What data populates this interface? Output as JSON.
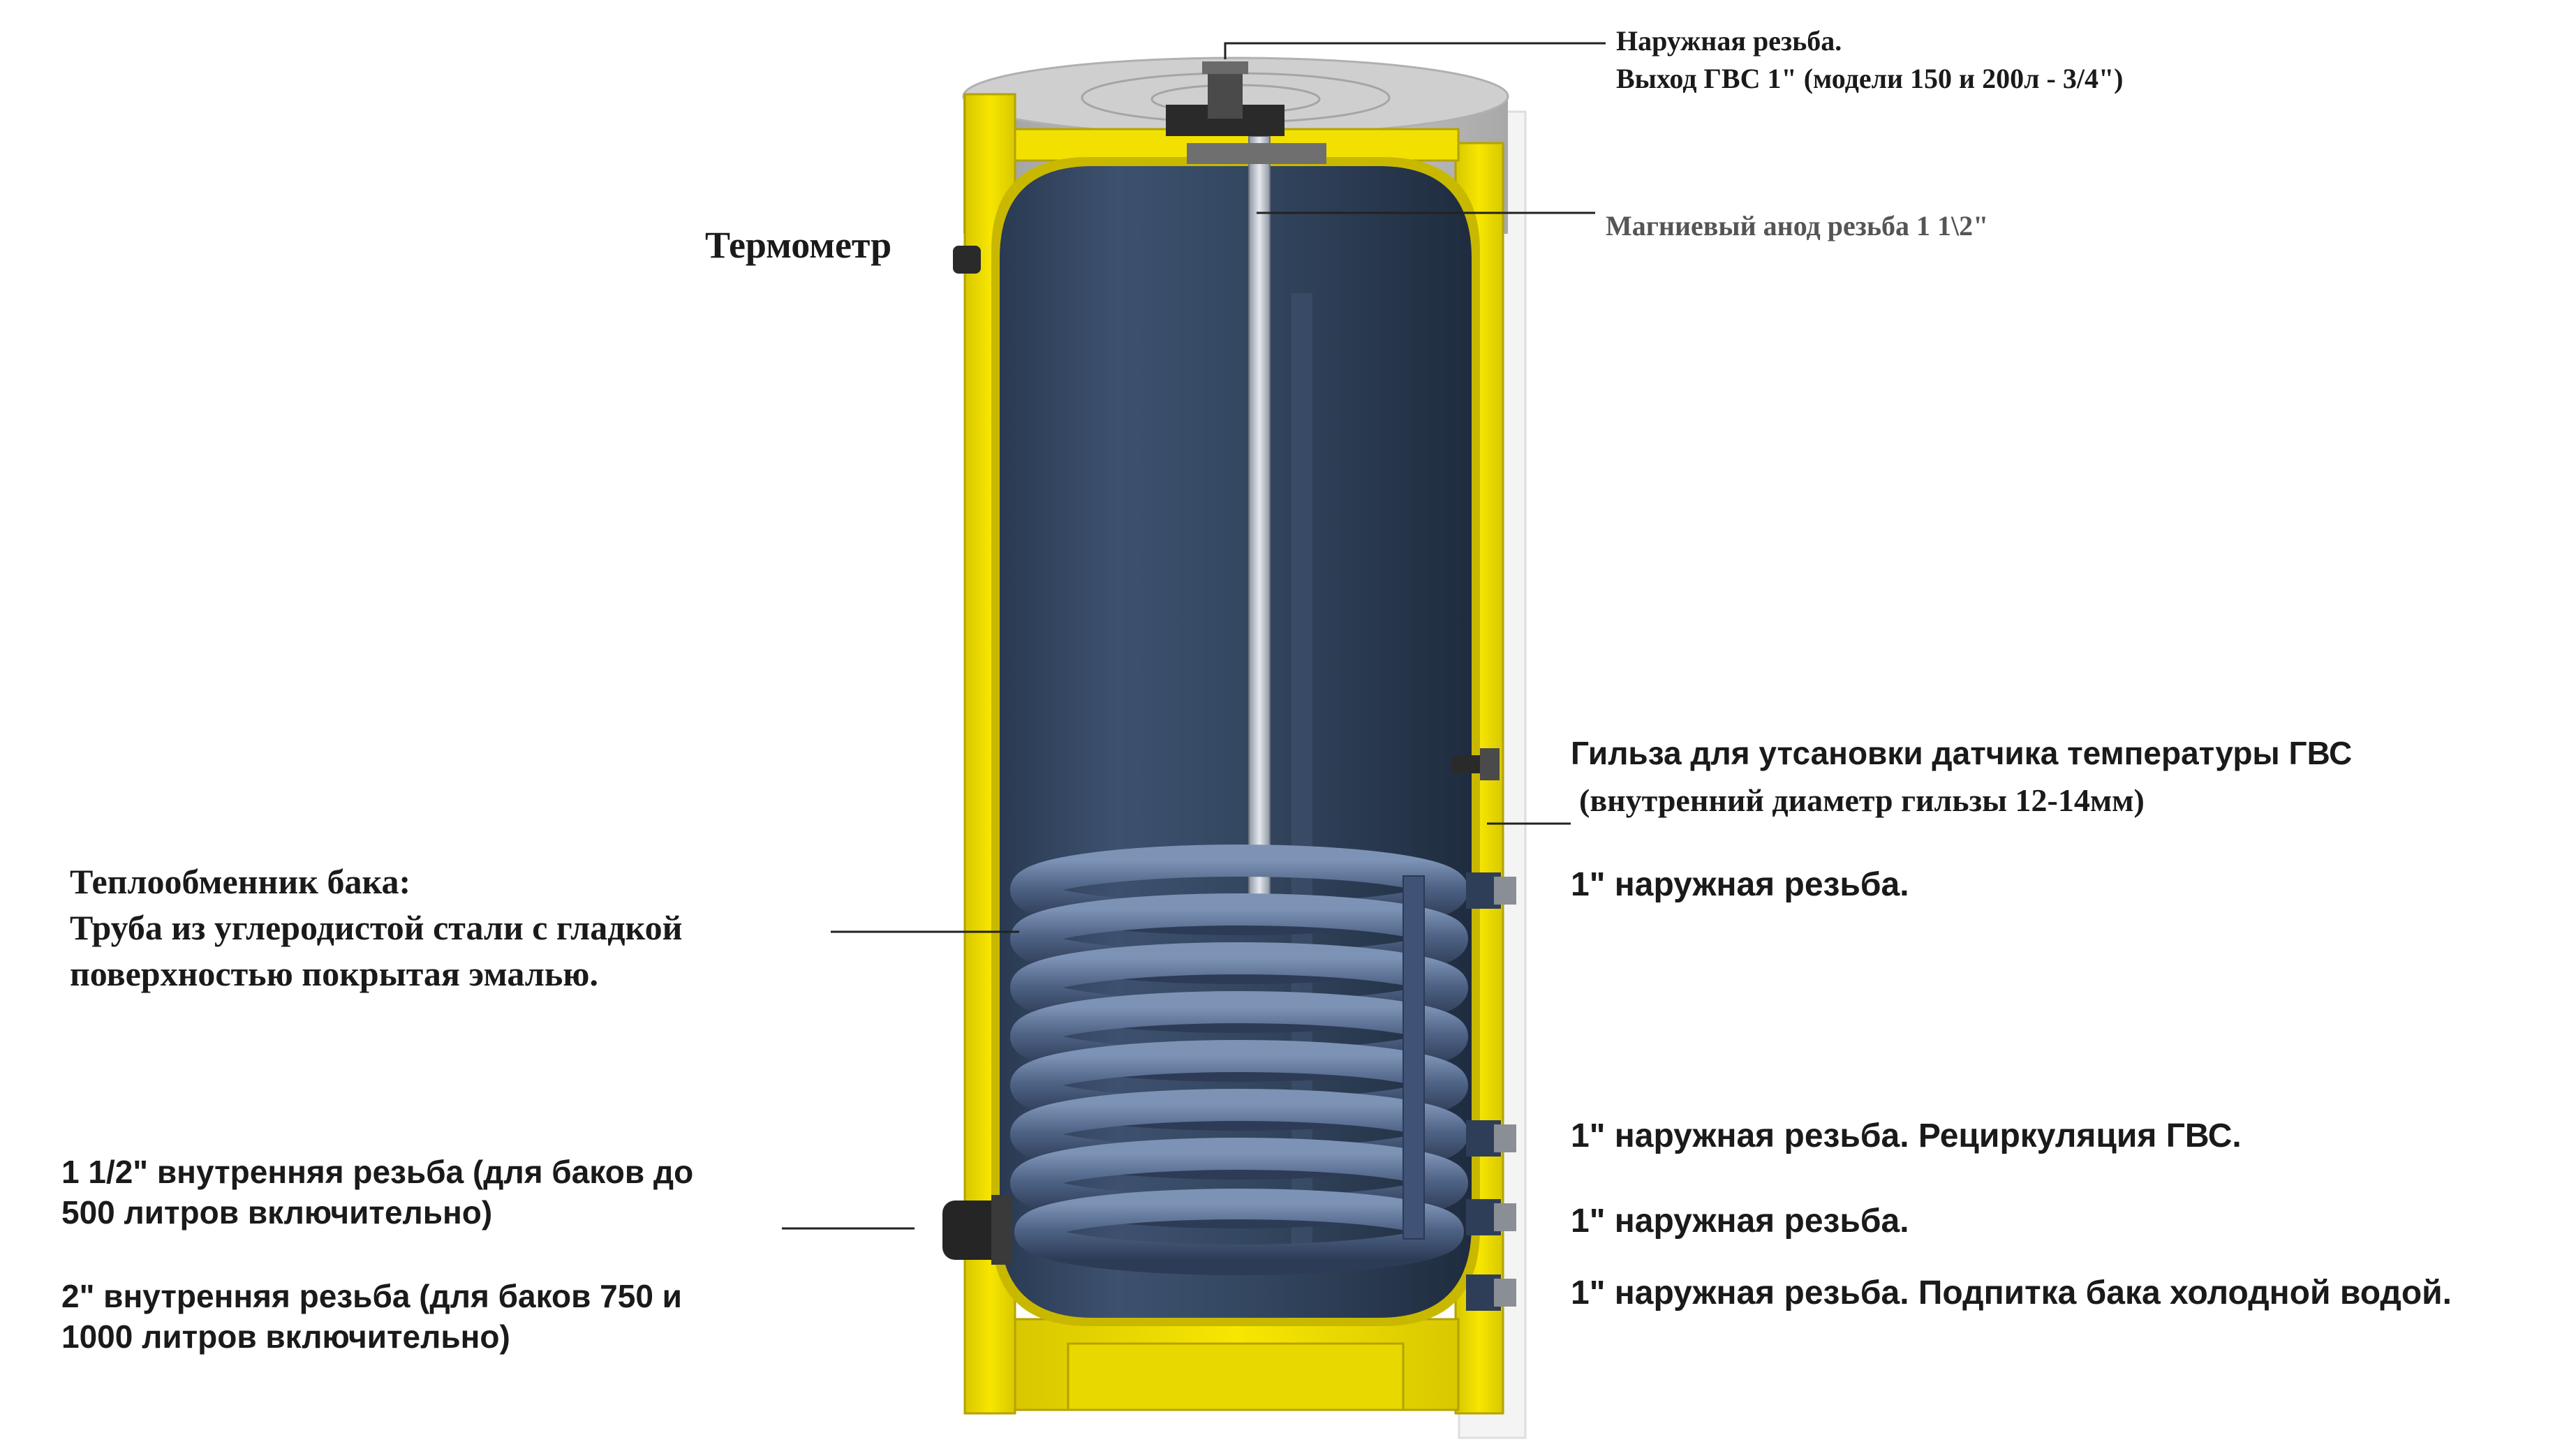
{
  "labels": {
    "dhw_outlet": {
      "line1": "Наружная резьба.",
      "line2": "Выход ГВС 1\" (модели 150 и 200л - 3/4\")"
    },
    "anode": "Магниевый анод резьба  1 1\\2\"",
    "thermometer": "Термометр",
    "sensor_sleeve": {
      "line1": "Гильза для утсановки датчика температуры ГВС",
      "line2": "(внутренний диаметр гильзы 12-14мм)"
    },
    "coil_inlet": "1\" наружная резьба.",
    "heat_exchanger": {
      "line1": "Теплообменник бака:",
      "line2": "Труба из углеродистой стали с гладкой",
      "line3": "поверхностью покрытая эмалью."
    },
    "recirculation": "1\" наружная резьба. Рециркуляция ГВС.",
    "coil_outlet": "1\" наружная резьба.",
    "cold_water": "1\" наружная резьба. Подпитка бака холодной водой.",
    "drain_small": {
      "line1": "1 1/2\" внутренняя резьба (для баков до",
      "line2": "500 литров включительно)"
    },
    "drain_large": {
      "line1": "2\" внутренняя резьба (для баков 750 и",
      "line2": "1000 литров включительно)"
    }
  },
  "colors": {
    "insulation": "#f2e100",
    "insulation_dark": "#c9b800",
    "tank": "#344660",
    "coil": "#4f6486",
    "lid": "#bdbdbd",
    "fitting": "#2a2a2a",
    "text": "#1a1a1a"
  }
}
